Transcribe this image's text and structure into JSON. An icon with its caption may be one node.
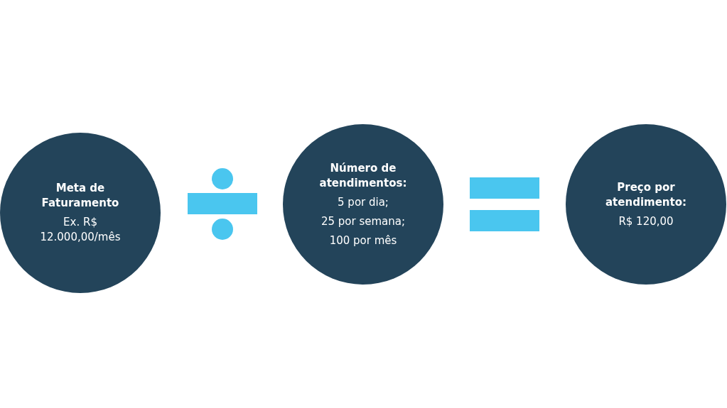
{
  "diagram": {
    "nodes": [
      {
        "text": [
          "Meta de Faturamento",
          "Ex. R$ 12.000,00/mês"
        ]
      },
      {
        "text": [
          "Número de atendimentos:",
          "5 por dia;",
          "25 por semana;",
          "100 por mês"
        ]
      },
      {
        "text": [
          "Preço por atendimento:",
          "R$ 120,00"
        ]
      }
    ],
    "edges": []
  }
}
